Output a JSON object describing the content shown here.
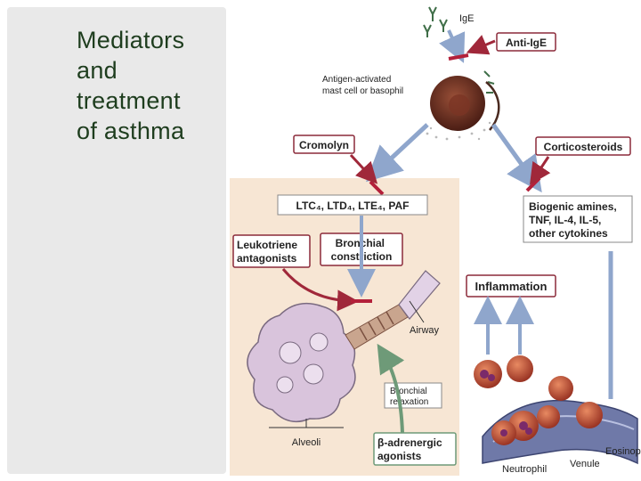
{
  "slide": {
    "title_lines": [
      "Mediators",
      "and",
      "treatment",
      "of asthma"
    ]
  },
  "diagram": {
    "labels": {
      "ige": "IgE",
      "anti_ige": "Anti-IgE",
      "mast_cell": [
        "Antigen-activated",
        "mast cell or basophil"
      ],
      "cromolyn": "Cromolyn",
      "corticosteroids": "Corticosteroids",
      "mediators": "LTC₄, LTD₄, LTE₄, PAF",
      "biogenic": [
        "Biogenic amines,",
        "TNF, IL-4, IL-5,",
        "other cytokines"
      ],
      "leukotriene": [
        "Leukotriene",
        "antagonists"
      ],
      "bronchial_constriction": [
        "Bronchial",
        "constriction"
      ],
      "inflammation": "Inflammation",
      "airway": "Airway",
      "bronchial_relaxation": [
        "Bronchial",
        "relaxation"
      ],
      "alveoli": "Alveoli",
      "beta_agonists": [
        "β-adrenergic",
        "agonists"
      ],
      "eosinophil": "Eosinophil",
      "venule": "Venule",
      "neutrophil": "Neutrophil"
    },
    "colors": {
      "arrow_blue": "#8fa6cc",
      "inhibit_red": "#b3203a",
      "box_border": "#8b2a3a",
      "tissue_bg": "#f7e6d4",
      "mast_cell": "#6b2e22",
      "alveoli": "#d9c4dc",
      "venule": "#6f79a8",
      "cell": "#c2583f"
    }
  }
}
